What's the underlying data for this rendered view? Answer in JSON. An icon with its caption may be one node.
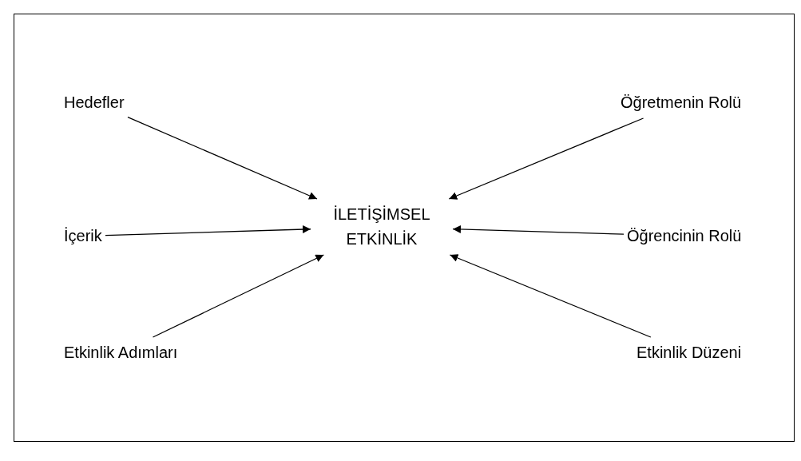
{
  "diagram": {
    "nodes": [
      {
        "text": [
          "Hedefler"
        ]
      },
      {
        "text": [
          "Öğretmenin Rolü"
        ]
      },
      {
        "text": [
          "İçerik"
        ]
      },
      {
        "text": [
          "İLETİŞİMSEL ETKİNLİK"
        ]
      },
      {
        "text": [
          "Öğrencinin Rolü"
        ]
      },
      {
        "text": [
          "Etkinlik Adımları"
        ]
      },
      {
        "text": [
          "Etkinlik Düzeni"
        ]
      }
    ],
    "edges": [
      {
        "from": 0,
        "to": 3,
        "arrow": "to"
      },
      {
        "from": 1,
        "to": 3,
        "arrow": "to"
      },
      {
        "from": 2,
        "to": 3,
        "arrow": "to"
      },
      {
        "from": 4,
        "to": 3,
        "arrow": "to"
      },
      {
        "from": 5,
        "to": 3,
        "arrow": "to"
      },
      {
        "from": 6,
        "to": 3,
        "arrow": "to"
      }
    ]
  }
}
